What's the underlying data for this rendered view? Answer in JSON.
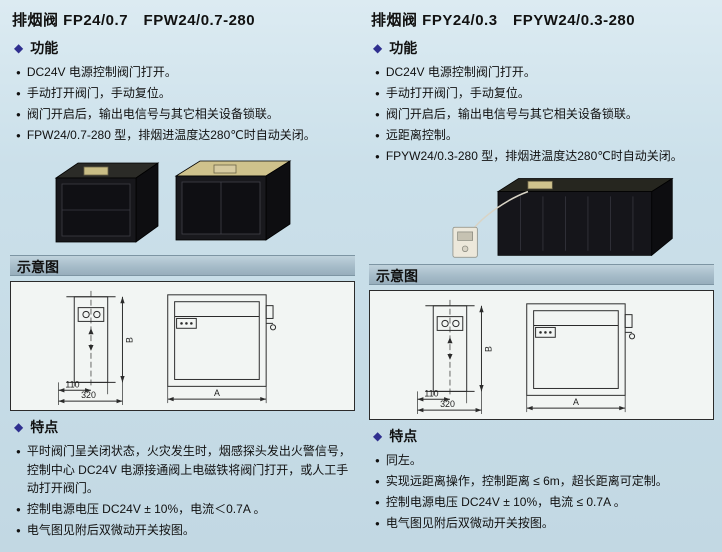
{
  "page": {
    "background": "#cbe0ea",
    "section_bar_color": "#a6bcc9",
    "accent_diamond_color": "#2f2f8f"
  },
  "icons": {
    "diamond": "◆",
    "bullet": "●"
  },
  "columns": [
    {
      "title": "排烟阀 FP24/0.7　FPW24/0.7-280",
      "function_header": "功能",
      "function_items": [
        "DC24V 电源控制阀门打开。",
        "手动打开阀门，手动复位。",
        "阀门开启后，输出电信号与其它相关设备锁联。",
        "FPW24/0.7-280 型，排烟进温度达280℃时自动关闭。"
      ],
      "diagram_label": "示意图",
      "dims": {
        "depth1": "110",
        "depth2": "320",
        "width": "A",
        "height": "B"
      },
      "features_header": "特点",
      "feature_items": [
        "平时阀门呈关闭状态，火灾发生时，烟感探头发出火警信号，控制中心 DC24V 电源接通阀上电磁铁将阀门打开，或人工手动打开阀门。",
        "控制电源电压 DC24V ± 10%，电流＜0.7A 。",
        "电气图见附后双微动开关按图。"
      ]
    },
    {
      "title": "排烟阀 FPY24/0.3　FPYW24/0.3-280",
      "function_header": "功能",
      "function_items": [
        "DC24V 电源控制阀门打开。",
        "手动打开阀门，手动复位。",
        "阀门开启后，输出电信号与其它相关设备锁联。",
        "远距离控制。",
        "FPYW24/0.3-280 型，排烟进温度达280℃时自动关闭。"
      ],
      "diagram_label": "示意图",
      "dims": {
        "depth1": "110",
        "depth2": "320",
        "width": "A",
        "height": "B"
      },
      "features_header": "特点",
      "feature_items": [
        "同左。",
        "实现远距离操作，控制距离 ≤ 6m，超长距离可定制。",
        "控制电源电压 DC24V ± 10%，电流 ≤ 0.7A 。",
        "电气图见附后双微动开关按图。"
      ]
    }
  ]
}
